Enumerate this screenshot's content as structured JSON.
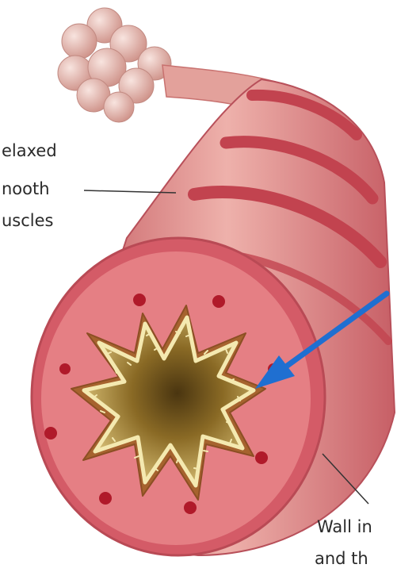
{
  "labels": {
    "muscles_line1": "elaxed",
    "muscles_line2": "nooth",
    "muscles_line3": "uscles",
    "wall_line1": "Wall in",
    "wall_line2": "and th"
  },
  "colors": {
    "tube_outer": "#c85a63",
    "tube_light": "#e8a6a1",
    "tube_band": "#c44a55",
    "mucosa": "#e27d82",
    "lumen_dark": "#5a4212",
    "lumen_light": "#d8bf6a",
    "lining_edge": "#f4e9b0",
    "dots": "#b01a2a",
    "arrow": "#1f6fd1",
    "alveoli": "#e6b9b0"
  }
}
